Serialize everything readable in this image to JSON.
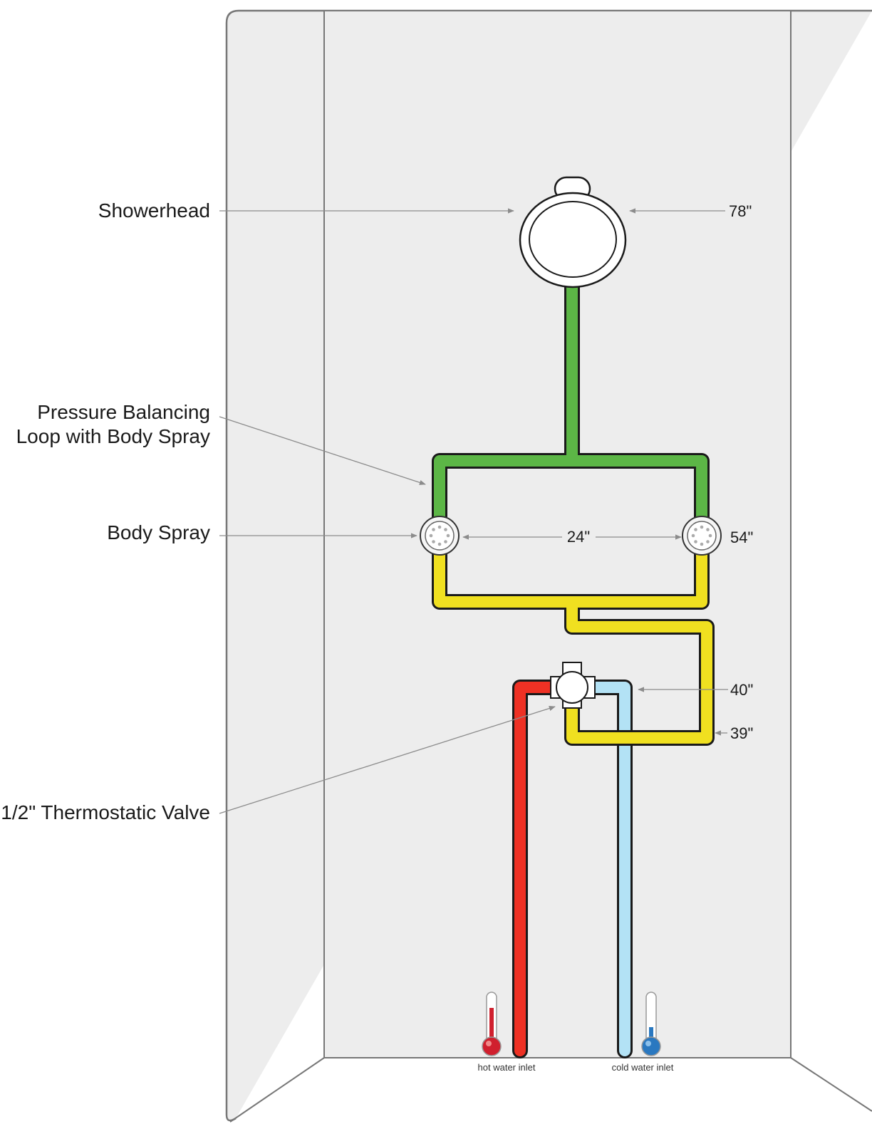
{
  "callouts": {
    "showerhead": "Showerhead",
    "pressure_loop_line1": "Pressure Balancing",
    "pressure_loop_line2": "Loop with Body Spray",
    "body_spray": "Body Spray",
    "thermostatic_valve": "1/2\" Thermostatic Valve"
  },
  "dimensions": {
    "showerhead_height": "78\"",
    "body_spray_height": "54\"",
    "body_spray_spacing": "24\"",
    "valve_height": "40\"",
    "loop_bottom_height": "39\""
  },
  "inlets": {
    "hot": "hot water inlet",
    "cold": "cold water inlet"
  },
  "colors": {
    "wall": "#ededed",
    "wall_outline": "#777777",
    "pipe_outline": "#1a1a1a",
    "showerhead_supply": "#5cb646",
    "loop_return": "#f0e020",
    "hot_water": "#ee3124",
    "cold_water": "#b3e2f5",
    "hot_thermometer": "#d0202e",
    "cold_thermometer": "#2a78c0"
  },
  "icons": {
    "showerhead": "showerhead-icon",
    "body_spray": "body-spray-icon",
    "valve": "thermostatic-valve-icon",
    "hot_thermometer": "hot-thermometer-icon",
    "cold_thermometer": "cold-thermometer-icon"
  }
}
